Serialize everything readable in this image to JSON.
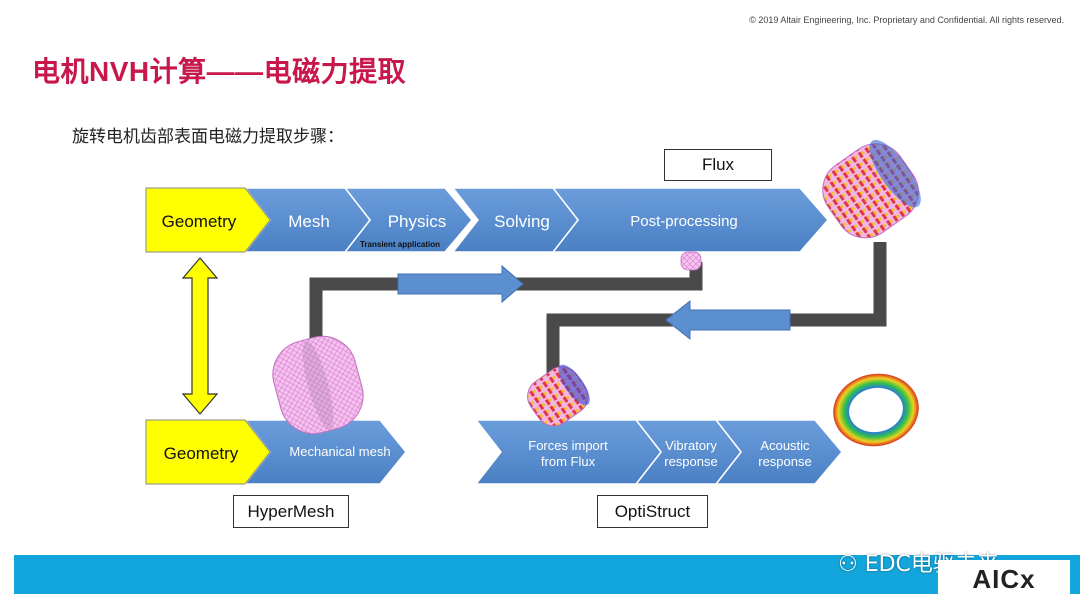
{
  "header": {
    "copyright": "© 2019 Altair Engineering, Inc. Proprietary and Confidential. All rights reserved.",
    "title": "电机NVH计算——电磁力提取",
    "subtitle": "旋转电机齿部表面电磁力提取步骤："
  },
  "top_flow": {
    "geometry": "Geometry",
    "mesh": "Mesh",
    "physics": "Physics",
    "physics_note": "Transient application",
    "solving": "Solving",
    "post": "Post-processing",
    "tool_label": "Flux"
  },
  "bottom_flow": {
    "geometry": "Geometry",
    "mech_mesh": "Mechanical mesh",
    "tool_label": "HyperMesh",
    "forces_line1": "Forces import",
    "forces_line2": "from Flux",
    "vib_line1": "Vibratory",
    "vib_line2": "response",
    "ac_line1": "Acoustic",
    "ac_line2": "response",
    "os_label": "OptiStruct"
  },
  "footer": {
    "watermark": "EDC电驱未来",
    "logo": "AICx"
  },
  "colors": {
    "title": "#c8174b",
    "chevron_blue": "#5b8fd0",
    "geometry_yellow": "#ffff00",
    "connector_gray": "#4a4a4a",
    "bottom_bar": "#12a6dc"
  }
}
